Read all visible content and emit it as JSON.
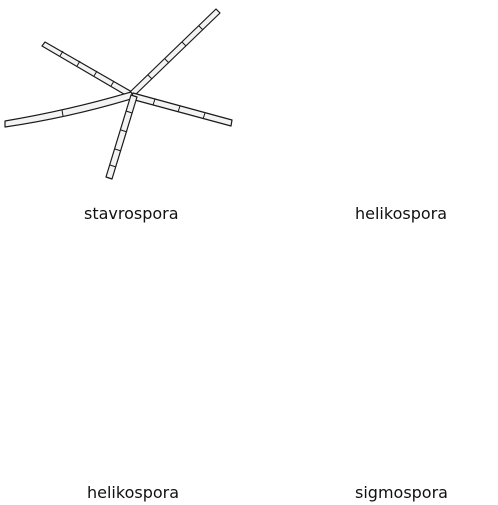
{
  "figure": {
    "panels": [
      {
        "id": "stavrospora",
        "caption": "stavrospora"
      },
      {
        "id": "helikospora-coil",
        "caption": "helikospora"
      },
      {
        "id": "helikospora-spiral",
        "caption": "helikospora"
      },
      {
        "id": "sigmospora",
        "caption": "sigmospora"
      }
    ],
    "colors": {
      "outline": "#1a1a1a",
      "light_fill": "#f2f2f2",
      "dark_fill": "#bdbdbd"
    }
  }
}
